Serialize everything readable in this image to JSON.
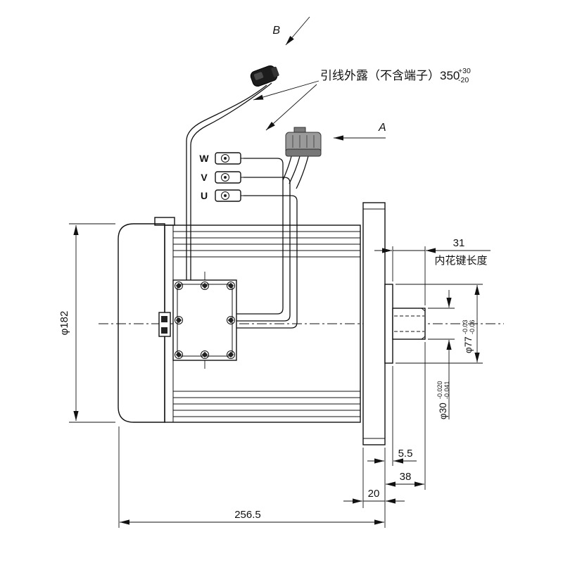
{
  "drawing": {
    "view_labels": {
      "a": "A",
      "b": "B"
    },
    "note": {
      "text": "引线外露（不含端子）350",
      "tol_upper": "+30",
      "tol_lower": "-20"
    },
    "terminals": {
      "w": "W",
      "v": "V",
      "u": "U"
    },
    "dims": {
      "dia_body": "φ182",
      "overall_length": "256.5",
      "flange_thickness": "20",
      "shaft_ext_length": "38",
      "spigot_depth": "5.5",
      "shaft_dia": "φ30",
      "shaft_dia_tol_upper": "-0.020",
      "shaft_dia_tol_lower": "-0.041",
      "spigot_dia": "φ77",
      "spigot_dia_tol_upper": "-0.03",
      "spigot_dia_tol_lower": "-0.06",
      "spline_length": "31",
      "spline_label": "内花键长度"
    }
  }
}
